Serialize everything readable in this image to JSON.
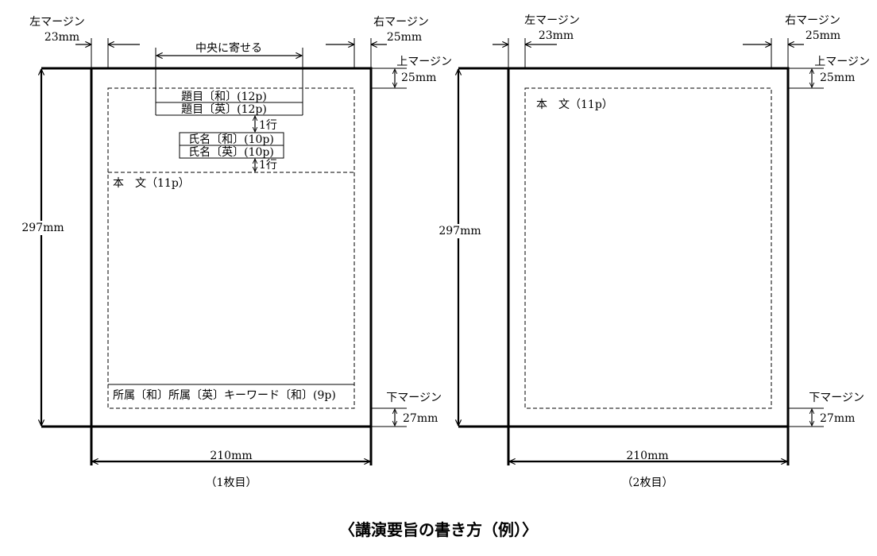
{
  "diagram": {
    "page1": {
      "left_margin_label": "左マージン",
      "left_margin_value": "23mm",
      "right_margin_label": "右マージン",
      "right_margin_value": "25mm",
      "top_margin_label": "上マージン",
      "top_margin_value": "25mm",
      "bottom_margin_label": "下マージン",
      "bottom_margin_value": "27mm",
      "center_note": "中央に寄せる",
      "title_ja": "題目〔和〕(12p)",
      "title_en": "題目〔英〕(12p)",
      "gap_after_title": "1行",
      "name_ja": "氏名〔和〕(10p)",
      "name_en": "氏名〔英〕(10p)",
      "gap_after_name": "1行",
      "body": "本　文（11p）",
      "footer": "所属〔和〕所属〔英〕キーワード〔和〕(9p)",
      "page_height": "297mm",
      "page_width": "210mm",
      "caption": "（1枚目）"
    },
    "page2": {
      "left_margin_label": "左マージン",
      "left_margin_value": "23mm",
      "right_margin_label": "右マージン",
      "right_margin_value": "25mm",
      "top_margin_label": "上マージン",
      "top_margin_value": "25mm",
      "bottom_margin_label": "下マージン",
      "bottom_margin_value": "27mm",
      "body": "本　文（11p）",
      "page_height": "297mm",
      "page_width": "210mm",
      "caption": "（2枚目）"
    },
    "title": "〈講演要旨の書き方（例）〉"
  },
  "colors": {
    "line": "#000000",
    "text": "#000000",
    "background": "#ffffff"
  }
}
